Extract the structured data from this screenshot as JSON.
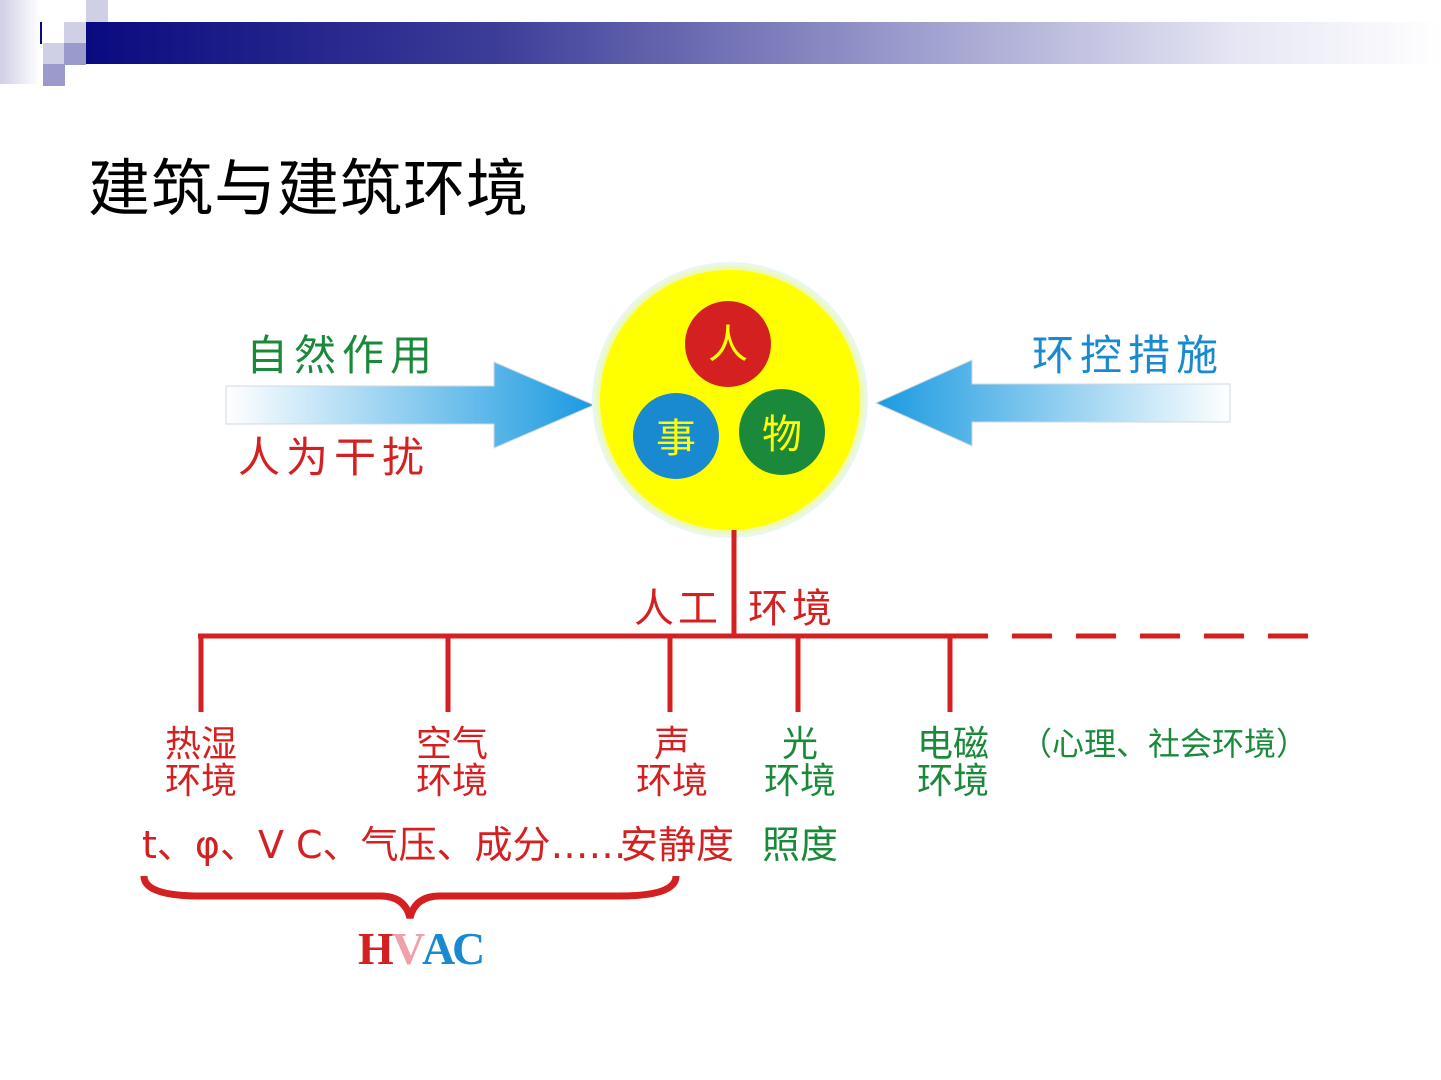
{
  "slide": {
    "title": "建筑与建筑环境"
  },
  "colors": {
    "red": "#d42020",
    "green": "#1a8a3a",
    "blue": "#1a8ad0",
    "yellow": "#ffff00",
    "header": "#0a0a80"
  },
  "diagram": {
    "left_arrow": {
      "top_label": "自然作用",
      "bottom_label": "人为干扰"
    },
    "right_arrow": {
      "label": "环控措施"
    },
    "core": {
      "person": "人",
      "affair": "事",
      "object": "物"
    },
    "trunk_label_left": "人工",
    "trunk_label_right": "环境",
    "branches": [
      {
        "line1": "热湿",
        "line2": "环境",
        "param": "t、φ、V"
      },
      {
        "line1": "空气",
        "line2": "环境",
        "param": "C、气压、成分……"
      },
      {
        "line1": "声",
        "line2": "环境",
        "param": "安静度"
      },
      {
        "line1": "光",
        "line2": "环境",
        "param": "照度"
      },
      {
        "line1": "电磁",
        "line2": "环境"
      }
    ],
    "extra": "（心理、社会环境）",
    "brace_label": {
      "h": "H",
      "v": "V",
      "a": "A",
      "c": "C"
    }
  }
}
